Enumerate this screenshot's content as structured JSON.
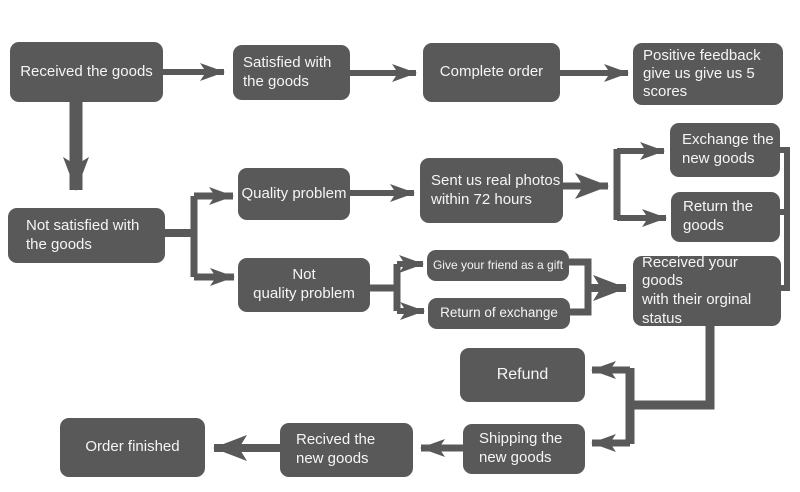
{
  "diagram": {
    "type": "flowchart",
    "background_color": "#ffffff",
    "box_color": "#595959",
    "text_color": "#f5f5f5",
    "arrow_color": "#595959"
  },
  "nodes": {
    "received_goods": {
      "label": "Received the goods"
    },
    "satisfied": {
      "label": "Satisfied with\nthe goods"
    },
    "complete_order": {
      "label": "Complete order"
    },
    "positive_feedback": {
      "label": "Positive feedback\ngive us give us 5\nscores"
    },
    "not_satisfied": {
      "label": "Not satisfied with\nthe goods"
    },
    "quality_problem": {
      "label": "Quality problem"
    },
    "sent_photos": {
      "label": "Sent us real photos\nwithin 72 hours"
    },
    "exchange_new_goods": {
      "label": "Exchange the\nnew goods"
    },
    "return_goods": {
      "label": "Return the\ngoods"
    },
    "not_quality_problem": {
      "label": "Not\nquality problem"
    },
    "gift": {
      "label": "Give your friend as a gift"
    },
    "return_of_exchange": {
      "label": "Return of exchange"
    },
    "received_original": {
      "label": "Received your goods\nwith their orginal\nstatus"
    },
    "refund": {
      "label": "Refund"
    },
    "shipping_new_goods": {
      "label": "Shipping the\nnew goods"
    },
    "recived_new_goods": {
      "label": "Recived the\nnew goods"
    },
    "order_finished": {
      "label": "Order finished"
    }
  },
  "edges": [
    {
      "from": "received_goods",
      "to": "satisfied"
    },
    {
      "from": "satisfied",
      "to": "complete_order"
    },
    {
      "from": "complete_order",
      "to": "positive_feedback"
    },
    {
      "from": "received_goods",
      "to": "not_satisfied"
    },
    {
      "from": "not_satisfied",
      "to": "quality_problem"
    },
    {
      "from": "not_satisfied",
      "to": "not_quality_problem"
    },
    {
      "from": "quality_problem",
      "to": "sent_photos"
    },
    {
      "from": "sent_photos",
      "to": "exchange_new_goods"
    },
    {
      "from": "sent_photos",
      "to": "return_goods"
    },
    {
      "from": "exchange_new_goods",
      "to": "received_original"
    },
    {
      "from": "return_goods",
      "to": "received_original"
    },
    {
      "from": "not_quality_problem",
      "to": "gift"
    },
    {
      "from": "not_quality_problem",
      "to": "return_of_exchange"
    },
    {
      "from": "gift",
      "to": "received_original"
    },
    {
      "from": "return_of_exchange",
      "to": "received_original"
    },
    {
      "from": "received_original",
      "to": "refund"
    },
    {
      "from": "received_original",
      "to": "shipping_new_goods"
    },
    {
      "from": "shipping_new_goods",
      "to": "recived_new_goods"
    },
    {
      "from": "recived_new_goods",
      "to": "order_finished"
    }
  ]
}
